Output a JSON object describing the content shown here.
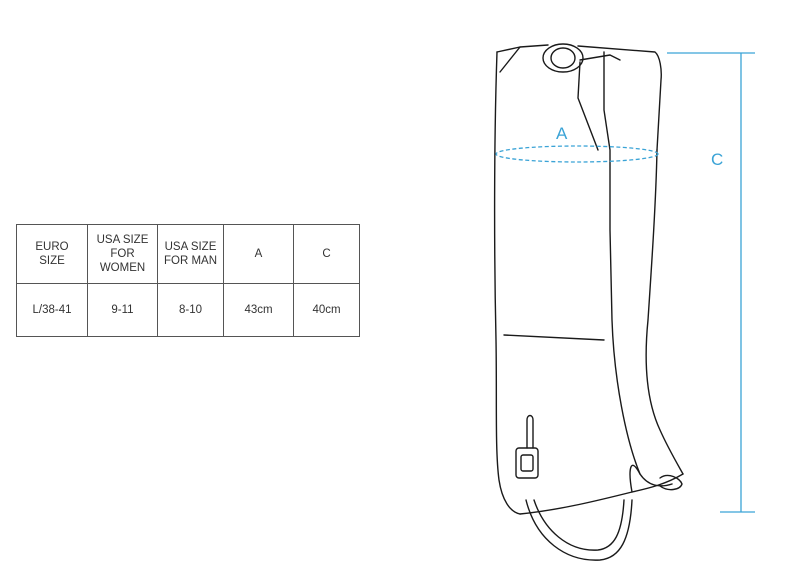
{
  "size_chart": {
    "headers": [
      "EURO\nSIZE",
      "USA SIZE\nFOR\nWOMEN",
      "USA SIZE\nFOR MAN",
      "A",
      "C"
    ],
    "rows": [
      [
        "L/38-41",
        "9-11",
        "8-10",
        "43cm",
        "40cm"
      ]
    ]
  },
  "diagram": {
    "label_a": "A",
    "label_c": "C",
    "accent_color": "#3aa3d6",
    "line_color": "#1a1a1a"
  }
}
